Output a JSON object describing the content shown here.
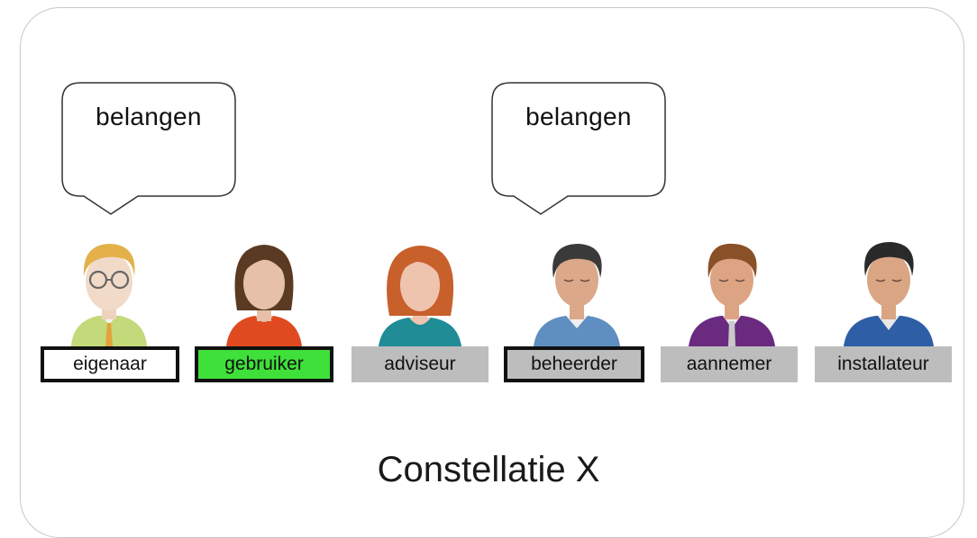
{
  "title": "Constellatie X",
  "bubbles": [
    {
      "text": "belangen",
      "attached_to": "eigenaar"
    },
    {
      "text": "belangen",
      "attached_to": "beheerder"
    }
  ],
  "stakeholders": [
    {
      "label": "eigenaar",
      "avatar": "man-blond-glasses",
      "label_style": "outlined",
      "label_bg": "#ffffff"
    },
    {
      "label": "gebruiker",
      "avatar": "woman-brown-hair",
      "label_style": "outlined-highlighted",
      "label_bg": "#3fe03a"
    },
    {
      "label": "adviseur",
      "avatar": "woman-red-hair",
      "label_style": "plain",
      "label_bg": "#bdbdbd"
    },
    {
      "label": "beheerder",
      "avatar": "man-dark-hair",
      "label_style": "outlined",
      "label_bg": "#bdbdbd"
    },
    {
      "label": "aannemer",
      "avatar": "man-brown-hair-tie",
      "label_style": "plain",
      "label_bg": "#bdbdbd"
    },
    {
      "label": "installateur",
      "avatar": "man-black-hair-suit",
      "label_style": "plain",
      "label_bg": "#bdbdbd"
    }
  ],
  "colors": {
    "highlight": "#3fe03a",
    "label_gray": "#bdbdbd",
    "frame_border": "#c8c8c8"
  }
}
